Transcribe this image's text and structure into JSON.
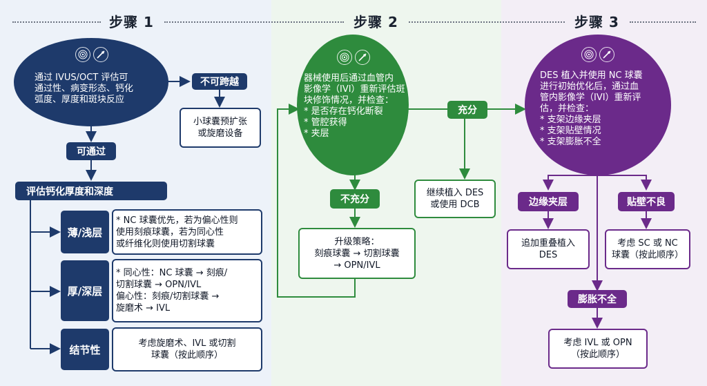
{
  "steps": [
    {
      "label": "步骤 1"
    },
    {
      "label": "步骤 2"
    },
    {
      "label": "步骤 3"
    }
  ],
  "colors": {
    "step1": "#1e3a6b",
    "step2": "#2e8b3d",
    "step3": "#6b2a8a"
  },
  "icons": [
    "ivus-disc-icon",
    "catheter-icon"
  ],
  "step1": {
    "oval_text": "通过 IVUS/OCT 评估可\n通过性、病变形态、钙化\n弧度、厚度和斑块反应",
    "not_crossable": "不可跨越",
    "predilation": "小球囊预扩张\n或旋磨设备",
    "crossable": "可通过",
    "assess_calc": "评估钙化厚度和深度",
    "thin_label": "薄/浅层",
    "thin_text": "* NC 球囊优先，若为偏心性则\n使用刻痕球囊，若为同心性\n或纤维化则使用切割球囊",
    "thick_label": "厚/深层",
    "thick_text": "* 同心性：NC 球囊 → 刻痕/\n切割球囊 → OPN/IVL\n偏心性：刻痕/切割球囊 →\n旋磨术 → IVL",
    "nodular_label": "结节性",
    "nodular_text": "考虑旋磨术、IVL 或切割\n球囊（按此顺序）"
  },
  "step2": {
    "oval_text": "器械使用后通过血管内\n影像学（IVI）重新评估斑\n块修饰情况，并检查：\n  * 是否存在钙化断裂\n  * 管腔获得\n  * 夹层",
    "sufficient": "充分",
    "continue_text": "继续植入 DES\n或使用 DCB",
    "insufficient": "不充分",
    "escalation": "升级策略：\n刻痕球囊 → 切割球囊\n→ OPN/IVL"
  },
  "step3": {
    "oval_text": "DES 植入并使用 NC 球囊\n进行初始优化后，通过血\n管内影像学（IVI）重新评\n估，并检查：\n        * 支架边缘夹层\n        * 支架贴壁情况\n        * 支架膨胀不全",
    "edge_dissection": "边缘夹层",
    "edge_action": "追加重叠植入\nDES",
    "malapposition": "贴壁不良",
    "mal_action": "考虑 SC 或 NC\n球囊（按此顺序）",
    "underexpansion": "膨胀不全",
    "under_action": "考虑 IVL 或 OPN\n（按此顺序）"
  }
}
